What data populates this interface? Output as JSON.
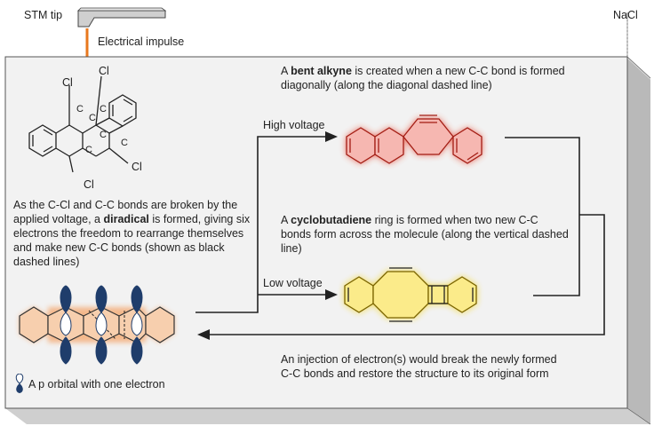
{
  "labels": {
    "stm_tip": "STM tip",
    "electrical_impulse": "Electrical impulse",
    "nacl": "NaCl",
    "high_voltage": "High voltage",
    "low_voltage": "Low voltage",
    "p_orbital_legend": "A p orbital with one electron",
    "cl": "Cl",
    "c": "C"
  },
  "diradical_text": {
    "part1": "As the C-Cl and C-C bonds are broken by the applied voltage, a ",
    "bold": "diradical",
    "part2": " is formed, giving six electrons the freedom to rearrange themselves and make new C-C bonds (shown as black dashed lines)"
  },
  "bent_alkyne_text": {
    "part1": "A ",
    "bold": "bent alkyne",
    "part2": " is created when a new C-C bond is formed diagonally (along the diagonal dashed line)"
  },
  "cyclobutadiene_text": {
    "part1": "A ",
    "bold": "cyclobutadiene",
    "part2": " ring is formed when two new C-C bonds form across the molecule (along the vertical dashed line)"
  },
  "injection_text": "An injection of electron(s) would break the newly formed C-C bonds and restore the structure to its original form",
  "colors": {
    "panel": "#f2f2f2",
    "arrow_orange": "#e8781e",
    "red_glow": "#e8412a",
    "red_fill": "#f6b7b1",
    "yellow_glow": "#f2d21a",
    "yellow_fill": "#fbeb8a",
    "orange_fill": "#f7cfae",
    "orbital_blue": "#1f3d6b"
  }
}
